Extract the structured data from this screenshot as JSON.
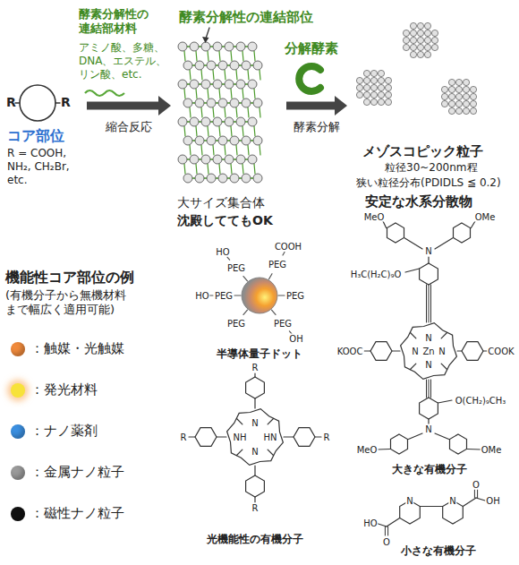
{
  "diagram": {
    "nodes": [
      {
        "text": [
          "R",
          "R",
          "コア部位",
          "R = COOH, NH₂, CH₂Br, etc."
        ]
      },
      {
        "text": [
          "大サイズ集合体",
          "沈殿しててもOK"
        ]
      },
      {
        "text": [
          "メゾスコピック粒子",
          "粒径30~200nm程",
          "狭い粒径分布(PDIDLS ≦ 0.2)",
          "安定な水系分散物"
        ]
      }
    ],
    "edges": [
      {
        "from": 0,
        "to": 1,
        "arrow": "to",
        "label": "縮合反応"
      },
      {
        "from": 1,
        "to": 2,
        "arrow": "to",
        "label": "酵素分解"
      }
    ],
    "labels": [
      "酵素分解性の 連結部材料",
      "アミノ酸、多糖、 DNA、エステル、 リン酸、etc.",
      "酵素分解性の連結部位",
      "分解酵素",
      "機能性コア部位の例",
      "(有機分子から無機材料 まで幅広く適用可能)",
      "半導体量子ドット",
      "HO",
      "PEG",
      "COOH",
      "PEG",
      "HO",
      "PEG",
      "PEG",
      "PEG",
      "PEG",
      "OH",
      "大きな有機分子",
      "MeO",
      "OMe",
      "N",
      "H₃C(H₂C)₉O",
      "KOOC",
      "N",
      "N",
      "Zn",
      "N",
      "N",
      "COOK",
      "O(CH₂)₉CH₃",
      "N",
      "MeO",
      "OMe",
      "光機能性の有機分子",
      "R",
      "R",
      "R",
      "R",
      "N",
      "NH",
      "HN",
      "N",
      "小さな有機分子",
      "N",
      "N",
      "O",
      "OH",
      "HO",
      "O"
    ],
    "legend": [
      {
        "text": "：触媒・光触媒",
        "color": "#f08a3c"
      },
      {
        "text": "：発光材料",
        "color": "#f7e23a"
      },
      {
        "text": "：ナノ薬剤",
        "color": "#3b8fe0"
      },
      {
        "text": "：金属ナノ粒子",
        "color": "#9a9a9a"
      },
      {
        "text": "：磁性ナノ粒子",
        "color": "#111111"
      }
    ]
  }
}
